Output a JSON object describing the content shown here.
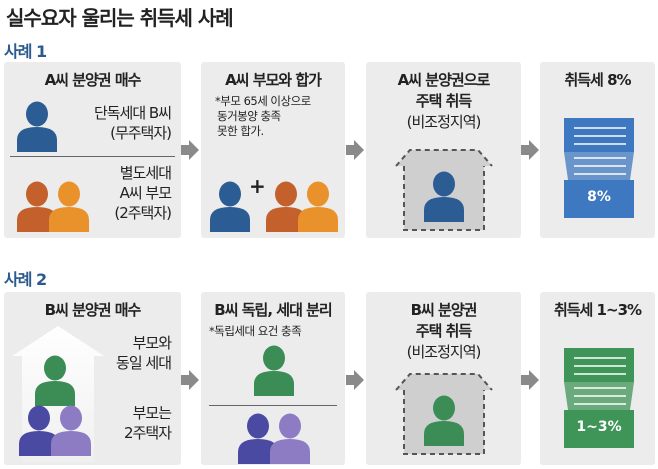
{
  "title": "실수요자 울리는 취득세 사례",
  "case1": {
    "label": "사례 1",
    "step1": {
      "title": "A씨 분양권 매수",
      "a_line1": "단독세대 B씨",
      "a_line2": "(무주택자)",
      "b_line1": "별도세대",
      "b_line2": "A씨 부모",
      "b_line3": "(2주택자)"
    },
    "step2": {
      "title": "A씨 부모와 합가",
      "note1": "*부모 65세 이상으로",
      "note2": "동거봉양 충족",
      "note3": "못한 합가.",
      "plus": "+"
    },
    "step3": {
      "title1": "A씨 분양권으로",
      "title2": "주택 취득",
      "sub": "(비조정지역)"
    },
    "step4": {
      "title": "취득세 8%",
      "rate": "8%"
    }
  },
  "case2": {
    "label": "사례 2",
    "step1": {
      "title": "B씨 분양권 매수",
      "a_line1": "부모와",
      "a_line2": "동일 세대",
      "b_line1": "부모는",
      "b_line2": "2주택자"
    },
    "step2": {
      "title": "B씨 독립, 세대 분리",
      "note1": "*독립세대 요건 충족"
    },
    "step3": {
      "title1": "B씨 분양권",
      "title2": "주택 취득",
      "sub": "(비조정지역)"
    },
    "step4": {
      "title": "취득세 1~3%",
      "rate": "1~3%"
    }
  },
  "colors": {
    "blue": "#2b5c93",
    "orange_dark": "#c3602c",
    "orange": "#e9922b",
    "green": "#3b8c55",
    "purple_dark": "#4b4aa3",
    "purple_light": "#8d7cc4",
    "doc_blue": "#3d78c0",
    "doc_green": "#3f9458"
  }
}
